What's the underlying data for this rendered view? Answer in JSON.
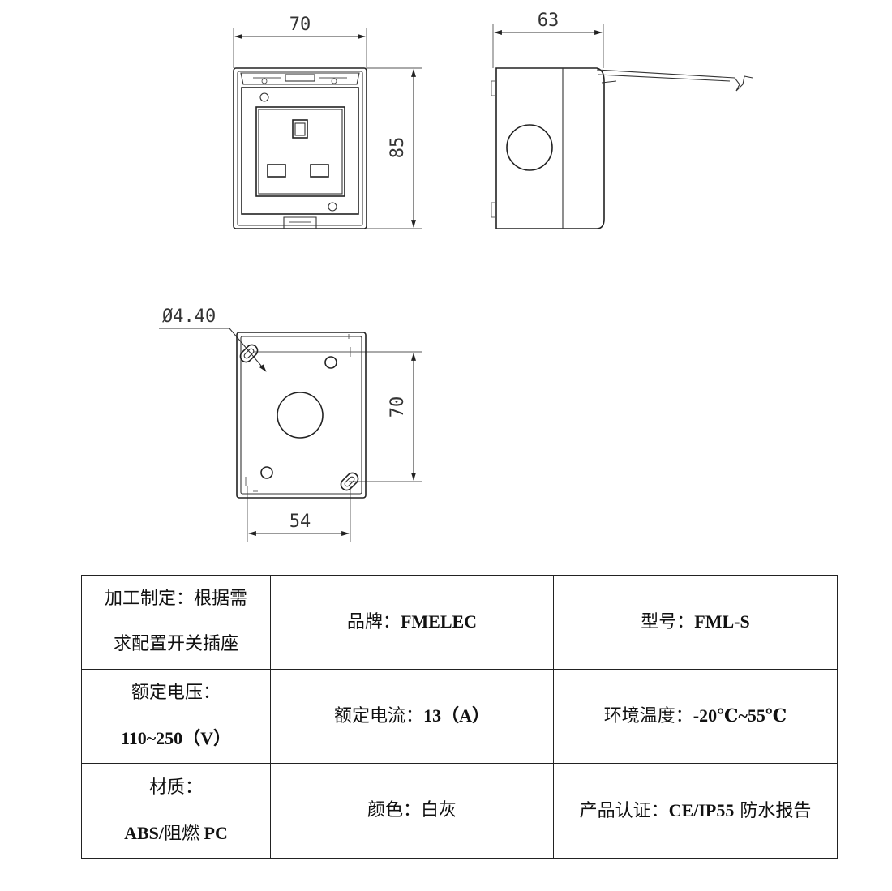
{
  "drawing": {
    "front_view": {
      "width_dim": "70",
      "height_dim": "85"
    },
    "side_view": {
      "depth_dim": "63"
    },
    "back_view": {
      "hole_dim": "Ø4.40",
      "hole_spacing_v": "70",
      "hole_spacing_h": "54"
    }
  },
  "spec_table": {
    "rows": [
      [
        {
          "lines": [
            {
              "parts": [
                {
                  "t": "加工制定：根据需",
                  "b": false
                }
              ]
            },
            {
              "parts": [
                {
                  "t": "求配置开关插座",
                  "b": false
                }
              ]
            }
          ]
        },
        {
          "lines": [
            {
              "parts": [
                {
                  "t": "品牌：",
                  "b": false
                },
                {
                  "t": "FMELEC",
                  "b": true
                }
              ]
            }
          ]
        },
        {
          "lines": [
            {
              "parts": [
                {
                  "t": "型号：",
                  "b": false
                },
                {
                  "t": "FML-S",
                  "b": true
                }
              ]
            }
          ]
        }
      ],
      [
        {
          "lines": [
            {
              "parts": [
                {
                  "t": "额定电压：",
                  "b": false
                }
              ]
            },
            {
              "parts": [
                {
                  "t": "110~250（V）",
                  "b": true
                }
              ]
            }
          ]
        },
        {
          "lines": [
            {
              "parts": [
                {
                  "t": "额定电流：",
                  "b": false
                },
                {
                  "t": "13（A）",
                  "b": true
                }
              ]
            }
          ]
        },
        {
          "lines": [
            {
              "parts": [
                {
                  "t": "环境温度：",
                  "b": false
                },
                {
                  "t": "-20℃~55℃",
                  "b": true
                }
              ]
            }
          ]
        }
      ],
      [
        {
          "lines": [
            {
              "parts": [
                {
                  "t": "材质：",
                  "b": false
                }
              ]
            },
            {
              "parts": [
                {
                  "t": "ABS/",
                  "b": true
                },
                {
                  "t": "阻燃",
                  "b": false
                },
                {
                  "t": " PC",
                  "b": true
                }
              ]
            }
          ]
        },
        {
          "lines": [
            {
              "parts": [
                {
                  "t": "颜色：白灰",
                  "b": false
                }
              ]
            }
          ]
        },
        {
          "lines": [
            {
              "parts": [
                {
                  "t": "产品认证：",
                  "b": false
                },
                {
                  "t": "CE/IP55",
                  "b": true
                },
                {
                  "t": " 防水报告",
                  "b": false
                }
              ]
            }
          ]
        }
      ]
    ]
  }
}
